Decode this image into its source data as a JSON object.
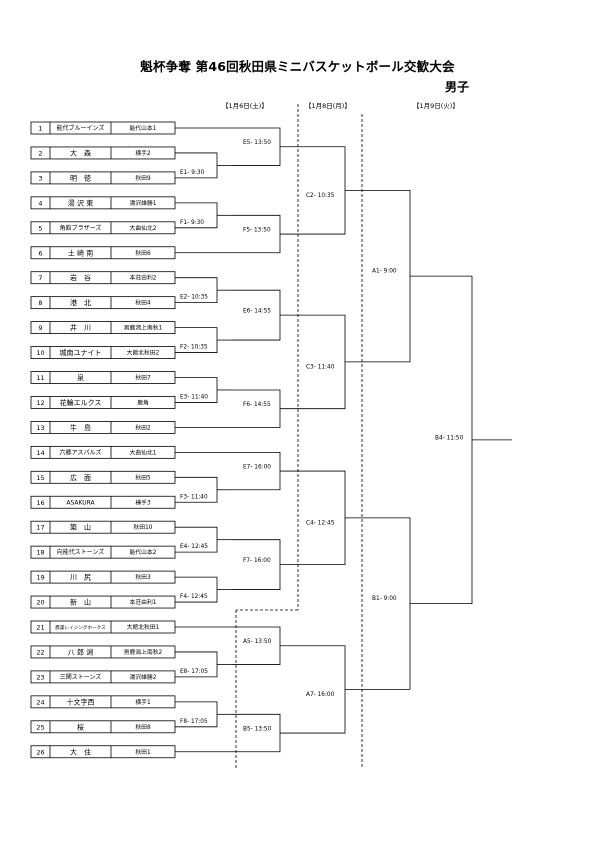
{
  "title": "魁杯争奪 第46回秋田県ミニバスケットボール交歓大会",
  "category": "男子",
  "days": [
    "【1月6日(土)】",
    "【1月8日(月)】",
    "【1月9日(火)】"
  ],
  "teams": [
    {
      "no": "1",
      "name": "能代ブルーインズ",
      "school": "能代山本1"
    },
    {
      "no": "2",
      "name": "大　森",
      "school": "横手2"
    },
    {
      "no": "3",
      "name": "明　徳",
      "school": "秋田9"
    },
    {
      "no": "4",
      "name": "湯 沢 東",
      "school": "湯沢雄勝1"
    },
    {
      "no": "5",
      "name": "角館ブラザーズ",
      "school": "大曲仙北2"
    },
    {
      "no": "6",
      "name": "土 崎 南",
      "school": "秋田6"
    },
    {
      "no": "7",
      "name": "岩　谷",
      "school": "本荘由利2"
    },
    {
      "no": "8",
      "name": "港　北",
      "school": "秋田4"
    },
    {
      "no": "9",
      "name": "井　川",
      "school": "男鹿潟上南秋1"
    },
    {
      "no": "10",
      "name": "城南ユナイト",
      "school": "大館北秋田2"
    },
    {
      "no": "11",
      "name": "泉",
      "school": "秋田7"
    },
    {
      "no": "12",
      "name": "花輪エルクス",
      "school": "鹿角"
    },
    {
      "no": "13",
      "name": "牛　島",
      "school": "秋田2"
    },
    {
      "no": "14",
      "name": "六郷アスパルズ",
      "school": "大曲仙北1"
    },
    {
      "no": "15",
      "name": "広　面",
      "school": "秋田5"
    },
    {
      "no": "16",
      "name": "ASAKURA",
      "school": "横手3"
    },
    {
      "no": "17",
      "name": "築　山",
      "school": "秋田10"
    },
    {
      "no": "18",
      "name": "向能代ストーンズ",
      "school": "能代山本2"
    },
    {
      "no": "19",
      "name": "川　尻",
      "school": "秋田3"
    },
    {
      "no": "20",
      "name": "新　山",
      "school": "本荘由利1"
    },
    {
      "no": "21",
      "name": "鷹巣レイジングホークス",
      "school": "大館北秋田1"
    },
    {
      "no": "22",
      "name": "八 郎 潟",
      "school": "男鹿潟上南秋2"
    },
    {
      "no": "23",
      "name": "三関ストーンズ",
      "school": "湯沢雄勝2"
    },
    {
      "no": "24",
      "name": "十文字西",
      "school": "横手1"
    },
    {
      "no": "25",
      "name": "桜",
      "school": "秋田8"
    },
    {
      "no": "26",
      "name": "大　住",
      "school": "秋田1"
    }
  ],
  "games": {
    "E1": "E1- 9:30",
    "F1": "F1- 9:30",
    "E2": "E2- 10:35",
    "F2": "F2- 10:35",
    "E3": "E3- 11:40",
    "F3": "F3- 11:40",
    "E4": "E4- 12:45",
    "F4": "F4- 12:45",
    "E5": "E5- 13:50",
    "F5": "F5- 13:50",
    "E6": "E6- 14:55",
    "F6": "F6- 14:55",
    "E7": "E7- 16:00",
    "F7": "F7- 16:00",
    "E8": "E8- 17:05",
    "F8": "F8- 17:05",
    "A5": "A5- 13:50",
    "B5": "B5- 13:50",
    "C2": "C2- 10:35",
    "C3": "C3- 11:40",
    "C4": "C4- 12:45",
    "A7": "A7- 16:00",
    "A1": "A1- 9:00",
    "B1": "B1- 9:00",
    "B4": "B4- 11:50"
  }
}
